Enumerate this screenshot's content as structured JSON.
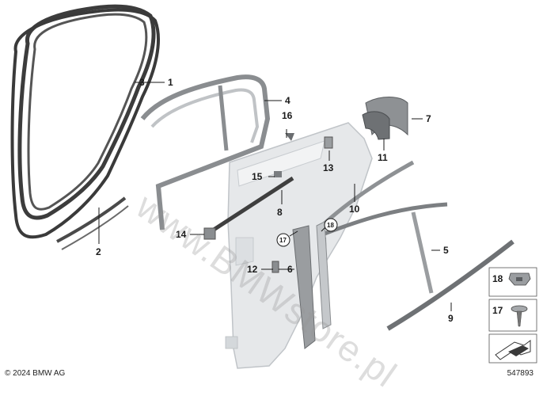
{
  "callouts": {
    "c1": "1",
    "c2": "2",
    "c3": "3",
    "c4": "4",
    "c5": "5",
    "c6": "6",
    "c7": "7",
    "c8": "8",
    "c9": "9",
    "c10": "10",
    "c11": "11",
    "c12": "12",
    "c13": "13",
    "c14": "14",
    "c15": "15",
    "c16": "16",
    "c17": "17",
    "c18": "18"
  },
  "legend": {
    "fastener_18": "18",
    "fastener_17": "17"
  },
  "footer": {
    "copyright": "© 2024 BMW AG",
    "diagram_number": "547893"
  },
  "watermark": "www.BMWstore.pl",
  "colors": {
    "seal_dark": "#3a3a3a",
    "panel_fill": "#e3e5e7",
    "panel_edge": "#b8bcc0",
    "part_mid": "#8a8d90",
    "outline": "#333333"
  }
}
